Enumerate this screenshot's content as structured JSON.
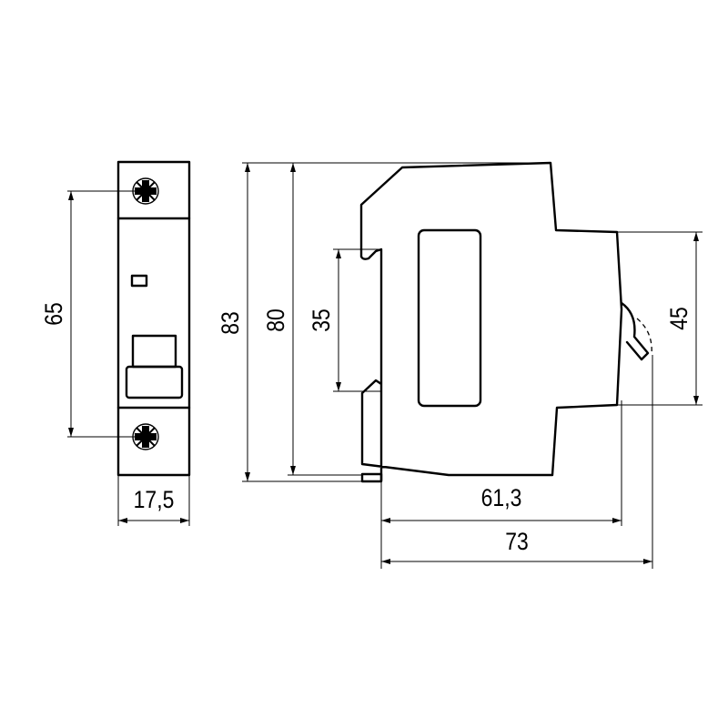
{
  "title": "Circuit breaker 1P dimensional drawing",
  "colors": {
    "line": "#000000",
    "background": "#ffffff"
  },
  "dimensions": {
    "front_height_screws": "65",
    "front_width": "17,5",
    "side_total_height": "83",
    "side_body_height": "80",
    "din_rail": "35",
    "front_panel_height": "45",
    "depth_to_front": "61,3",
    "depth_total": "73"
  }
}
